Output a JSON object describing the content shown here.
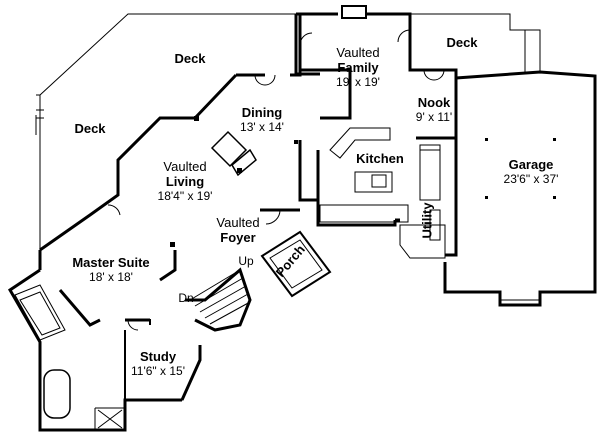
{
  "rooms": {
    "deck_top": {
      "name": "Deck"
    },
    "deck_left": {
      "name": "Deck"
    },
    "deck_right": {
      "name": "Deck"
    },
    "family": {
      "qualifier": "Vaulted",
      "name": "Family",
      "dims": "19' x 19'"
    },
    "dining": {
      "name": "Dining",
      "dims": "13' x 14'"
    },
    "nook": {
      "name": "Nook",
      "dims": "9' x 11'"
    },
    "living": {
      "qualifier": "Vaulted",
      "name": "Living",
      "dims": "18'4\" x 19'"
    },
    "kitchen": {
      "name": "Kitchen"
    },
    "garage": {
      "name": "Garage",
      "dims": "23'6\" x 37'"
    },
    "foyer": {
      "qualifier": "Vaulted",
      "name": "Foyer"
    },
    "utility": {
      "name": "Utility"
    },
    "porch": {
      "name": "Porch"
    },
    "master": {
      "name": "Master Suite",
      "dims": "18' x 18'"
    },
    "study": {
      "name": "Study",
      "dims": "11'6\" x 15'"
    }
  },
  "stairs": {
    "up": "Up",
    "down": "Dn"
  }
}
